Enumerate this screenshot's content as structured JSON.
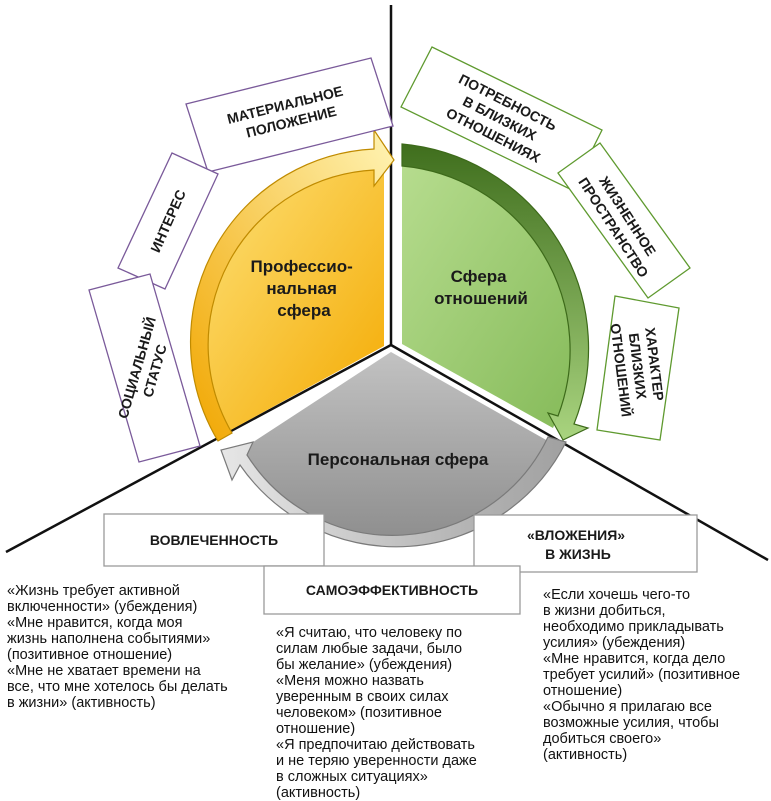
{
  "colors": {
    "professional": "#f7b500",
    "professional_light": "#fde07a",
    "relations": "#9bcb6e",
    "relations_dark": "#4d7f24",
    "personal": "#a5a5a5",
    "personal_dark": "#7a7a7a",
    "lilac_border": "#7a5a9a",
    "green_border": "#5f9a2f",
    "grey_border": "#9a9a9a",
    "line": "#111111"
  },
  "sectors": {
    "professional": [
      "Профессио-",
      "нальная",
      "сфера"
    ],
    "relations": [
      "Сфера",
      "отношений"
    ],
    "personal": [
      "Персональная сфера"
    ]
  },
  "boxes": {
    "material": [
      "МАТЕРИАЛЬНОЕ",
      "ПОЛОЖЕНИЕ"
    ],
    "interest": [
      "ИНТЕРЕС"
    ],
    "social": [
      "СОЦИАЛЬНЫЙ",
      "СТАТУС"
    ],
    "need": [
      "ПОТРЕБНОСТЬ",
      "В БЛИЗКИХ",
      "ОТНОШЕНИЯХ"
    ],
    "space": [
      "ЖИЗНЕННОЕ",
      "ПРОСТРАНСТВО"
    ],
    "character": [
      "ХАРАКТЕР",
      "БЛИЗКИХ",
      "ОТНОШЕНИЙ"
    ],
    "involvement": [
      "ВОВЛЕЧЕННОСТЬ"
    ],
    "investment": [
      "«ВЛОЖЕНИЯ»",
      "В ЖИЗНЬ"
    ],
    "selfefficacy": [
      "САМОЭФФЕКТИВНОСТЬ"
    ]
  },
  "quotes": {
    "left": [
      "«Жизнь требует активной",
      "включенности» (убеждения)",
      "«Мне нравится, когда моя",
      "жизнь наполнена событиями»",
      "(позитивное отношение)",
      "«Мне не хватает времени на",
      "все, что мне хотелось бы делать",
      "в жизни» (активность)"
    ],
    "middle": [
      "«Я считаю, что человеку по",
      "силам любые задачи, было",
      "бы желание» (убеждения)",
      "«Меня можно назвать",
      "уверенным в своих силах",
      "человеком» (позитивное",
      "отношение)",
      "«Я предпочитаю действовать",
      "и не теряю уверенности даже",
      "в сложных ситуациях»",
      "(активность)"
    ],
    "right": [
      "«Если хочешь чего-то",
      "в жизни добиться,",
      "необходимо прикладывать",
      "усилия» (убеждения)",
      "«Мне нравится, когда дело",
      "требует усилий» (позитивное",
      "отношение)",
      "«Обычно я прилагаю все",
      "возможные усилия, чтобы",
      "добиться своего»",
      "(активность)"
    ]
  }
}
